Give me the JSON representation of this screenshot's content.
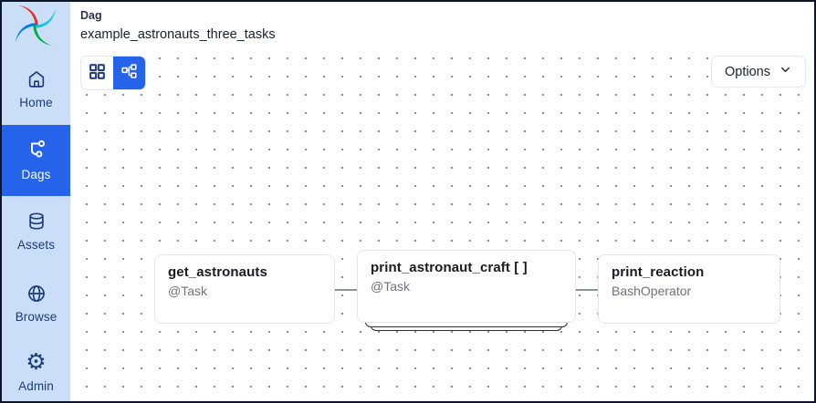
{
  "app": {
    "name": "Airflow"
  },
  "colors": {
    "accent_blue": "#2563eb",
    "sidebar_bg": "#cbdef7",
    "sidebar_text": "#1d3c78",
    "node_border": "#e4e4e7",
    "node_subtitle_gray": "#71717a",
    "edge_gray": "#8d9298"
  },
  "sidebar": {
    "items": [
      {
        "label": "Home",
        "icon": "home-icon",
        "active": false
      },
      {
        "label": "Dags",
        "icon": "dags-icon",
        "active": true
      },
      {
        "label": "Assets",
        "icon": "assets-icon",
        "active": false
      },
      {
        "label": "Browse",
        "icon": "browse-icon",
        "active": false
      },
      {
        "label": "Admin",
        "icon": "admin-icon",
        "active": false
      }
    ]
  },
  "header": {
    "breadcrumb": "Dag",
    "dag_id": "example_astronauts_three_tasks"
  },
  "toolbar": {
    "view_toggle": [
      {
        "name": "grid-view",
        "selected": false
      },
      {
        "name": "graph-view",
        "selected": true
      }
    ],
    "options_label": "Options"
  },
  "graph": {
    "nodes": [
      {
        "id": "get_astronauts",
        "title": "get_astronauts",
        "subtitle": "@Task",
        "mapped": false
      },
      {
        "id": "print_astronaut_craft",
        "title": "print_astronaut_craft [ ]",
        "subtitle": "@Task",
        "mapped": true
      },
      {
        "id": "print_reaction",
        "title": "print_reaction",
        "subtitle": "BashOperator",
        "mapped": false
      }
    ],
    "edges": [
      {
        "from": "get_astronauts",
        "to": "print_astronaut_craft"
      },
      {
        "from": "print_astronaut_craft",
        "to": "print_reaction"
      }
    ]
  },
  "admin_gear_glyph": "⚙"
}
